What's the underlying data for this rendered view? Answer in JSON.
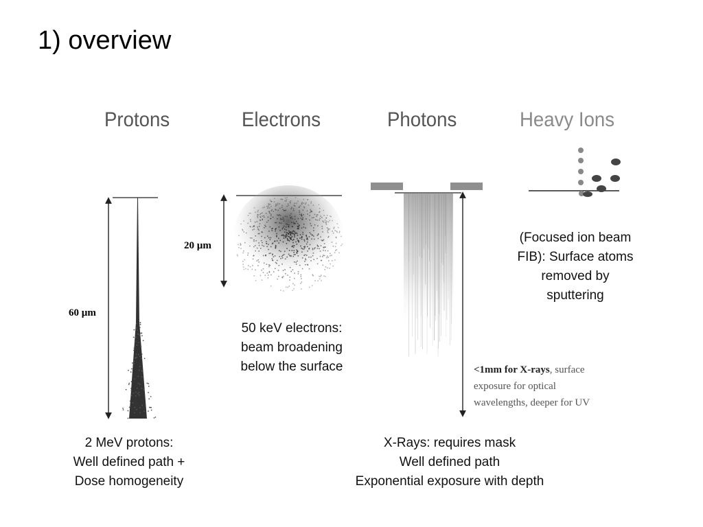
{
  "slide": {
    "title": "1) overview"
  },
  "columns": {
    "protons": "Protons",
    "electrons": "Electrons",
    "photons": "Photons",
    "heavy_ions": "Heavy Ions"
  },
  "protons": {
    "depth_label": "60 µm",
    "caption": [
      "2 MeV protons:",
      "Well defined path +",
      "Dose homogeneity"
    ]
  },
  "electrons": {
    "depth_label": "20 µm",
    "caption": [
      "50 keV electrons:",
      "beam broadening",
      "below the surface"
    ]
  },
  "photons": {
    "note_bold": "<1mm for X-rays",
    "note_rest": ", surface",
    "note_line2": "exposure for optical",
    "note_line3": "wavelengths, deeper for UV",
    "caption": [
      "X-Rays: requires mask",
      "Well defined path",
      "Exponential exposure with depth"
    ]
  },
  "heavy_ions": {
    "caption": [
      "(Focused ion beam",
      "FIB): Surface atoms",
      "removed by",
      "sputtering"
    ]
  },
  "colors": {
    "title": "#000000",
    "column_head": "#555555",
    "heavy_ions_head": "#8a8a8a",
    "mask": "#8f8f8f"
  }
}
